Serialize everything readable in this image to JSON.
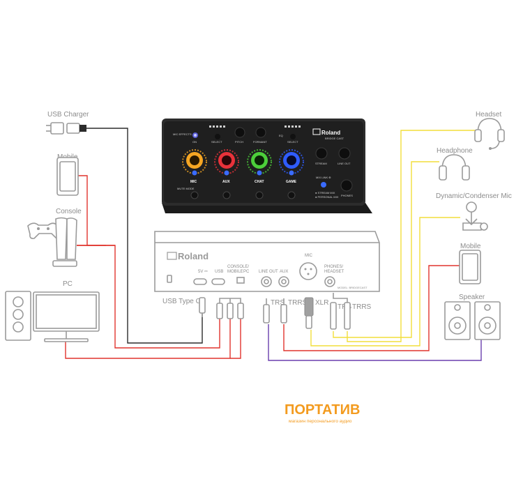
{
  "device": {
    "brand": "Roland",
    "model": "BRIDGE CAST",
    "top_labels": {
      "mic_effects": "MIC EFFECTS",
      "on": "ON",
      "select_left": "SELECT",
      "pitch": "PITCH",
      "formant": "FORMANT",
      "eq": "EQ",
      "select_right": "SELECT",
      "stream": "STREAM",
      "line_out": "LINE OUT",
      "mix_link": "MIX LINK ⊕",
      "stream_mix": "● STREAM MIX",
      "personal_mix": "● PERSONAL MIX",
      "phones": "PHONES",
      "mute_mode": "MUTE MODE"
    },
    "channels": [
      {
        "label": "MIC",
        "color": "#f5a623"
      },
      {
        "label": "AUX",
        "color": "#e8323a"
      },
      {
        "label": "CHAT",
        "color": "#4ccf3a"
      },
      {
        "label": "GAME",
        "color": "#2f5cff"
      }
    ],
    "rear": {
      "power": "5V ⎓",
      "usb": "USB",
      "console_mobile": "CONSOLE/\nMOBILE",
      "pc": "PC",
      "line_out": "LINE OUT",
      "aux": "AUX",
      "mic": "MIC",
      "phones": "PHONES/\nHEADSET",
      "model_tag": "MODEL: BRIDGECAST"
    }
  },
  "connectors": {
    "usb_type_c": "USB Type C",
    "trs_1": "TRS",
    "trrs_1": "TRRS",
    "xlr": "XLR",
    "trs_2": "TRS",
    "trrs_2": "TRRS"
  },
  "left_devices": {
    "usb_charger": "USB Charger",
    "mobile": "Mobile",
    "console": "Console",
    "pc": "PC"
  },
  "right_devices": {
    "headset": "Headset",
    "headphone": "Headphone",
    "mic": "Dynamic/Condenser Mic",
    "mobile": "Mobile",
    "speaker": "Speaker"
  },
  "watermark": {
    "brand": "ПОРТАТИВ",
    "tagline": "магазин персонального аудио"
  },
  "colors": {
    "red_wire": "#e0342d",
    "yellow_wire": "#f2de3a",
    "purple_wire": "#6a3fae",
    "black_wire": "#2b2b2b",
    "outline": "#9a9a9a",
    "label": "#8c8c8c",
    "accent_orange": "#f39b1f"
  },
  "icons": [
    "usb-charger-icon",
    "mobile-icon",
    "console-icon",
    "pc-icon",
    "headset-icon",
    "headphone-icon",
    "microphone-icon",
    "speaker-icon"
  ]
}
